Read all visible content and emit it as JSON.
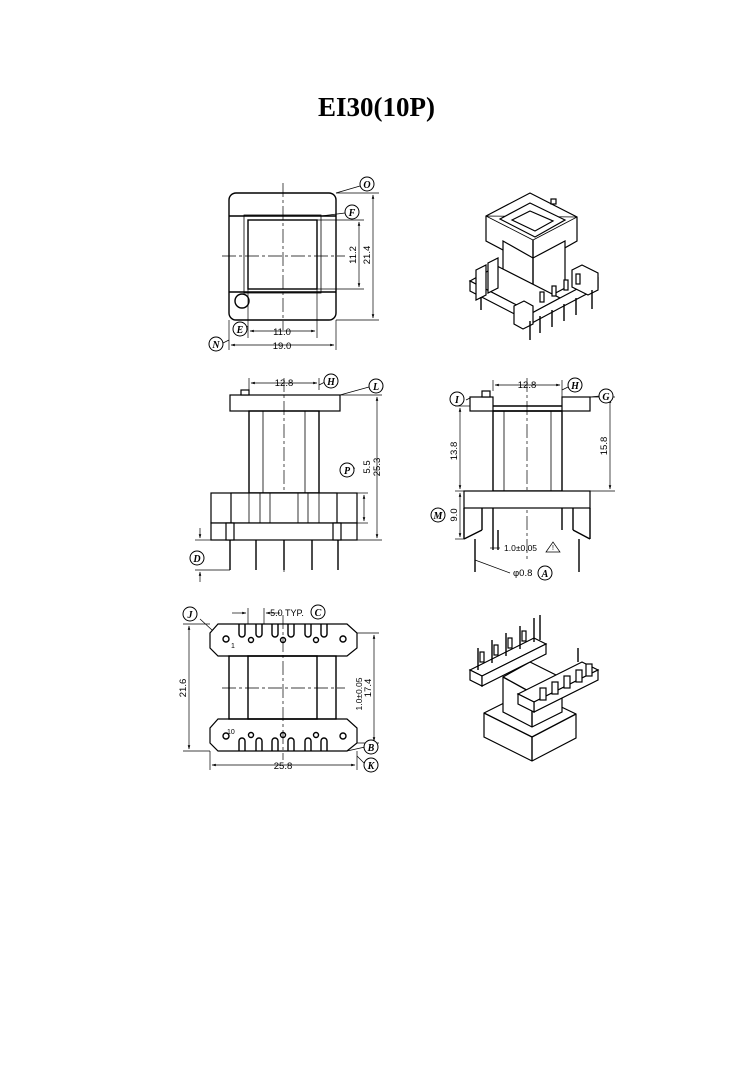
{
  "title": "EI30(10P)",
  "dimensions": {
    "top_inner_width": "11.0",
    "top_outer_width": "19.0",
    "top_inner_height": "11.2",
    "top_outer_height": "21.4",
    "front_flange_width": "12.8",
    "front_slot_height": "5.5",
    "front_total_height": "25.3",
    "side_flange_width": "12.8",
    "side_left_height": "13.8",
    "side_right_height": "15.8",
    "side_base_height": "9.0",
    "pin_tolerance": "1.0±0.05",
    "pin_diameter": "φ0.8",
    "pin_pitch": "5.0 TYP.",
    "bottom_height": "21.6",
    "bottom_inner_height": "17.4",
    "bottom_tolerance": "1.0±0.05",
    "bottom_width": "25.8"
  },
  "callouts": {
    "O": "O",
    "F": "F",
    "E": "E",
    "N": "N",
    "H1": "H",
    "L": "L",
    "P": "P",
    "D": "D",
    "I": "I",
    "H": "H",
    "G": "G",
    "M": "M",
    "A": "A",
    "J": "J",
    "C": "C",
    "B": "B",
    "K": "K"
  },
  "pin_numbers": {
    "first": "1",
    "last": "10"
  }
}
